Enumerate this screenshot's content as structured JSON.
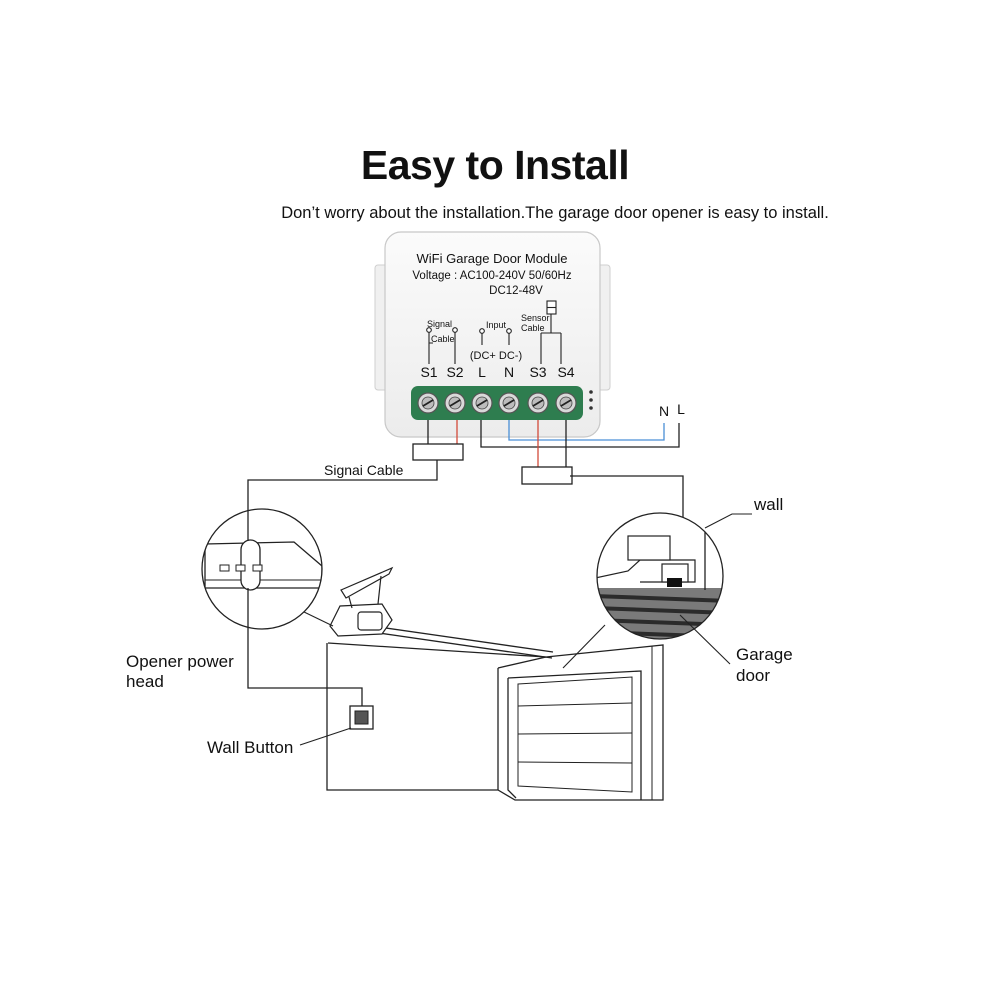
{
  "title": "Easy to Install",
  "subtitle": "Don’t worry about the installation.The garage door opener is easy to install.",
  "module": {
    "name": "WiFi Garage Door Module",
    "voltage": "Voltage : AC100-240V 50/60Hz",
    "dc": "DC12-48V",
    "signal_label_1": "Signal",
    "signal_label_2": "Cable",
    "input_label": "Input",
    "sensor_label_1": "Sensor",
    "sensor_label_2": "Cable",
    "dc_polarity": "(DC+ DC-)",
    "terminals": [
      "S1",
      "S2",
      "L",
      "N",
      "S3",
      "S4"
    ]
  },
  "mains": {
    "n": "N",
    "l": "L"
  },
  "callouts": {
    "signal_cable": "Signai Cable",
    "wall": "wall",
    "garage_door_1": "Garage",
    "garage_door_2": "door",
    "opener_1": "Opener power",
    "opener_2": "head",
    "wall_button": "Wall Button"
  },
  "colors": {
    "terminal_block": "#2e7d4f",
    "wire_blue": "#4a8fd6",
    "wire_red": "#d24a3a",
    "line": "#222222"
  },
  "icons": [
    "screw-terminal-icon",
    "relay-switch-icon",
    "wall-switch-icon",
    "sensor-icon"
  ]
}
